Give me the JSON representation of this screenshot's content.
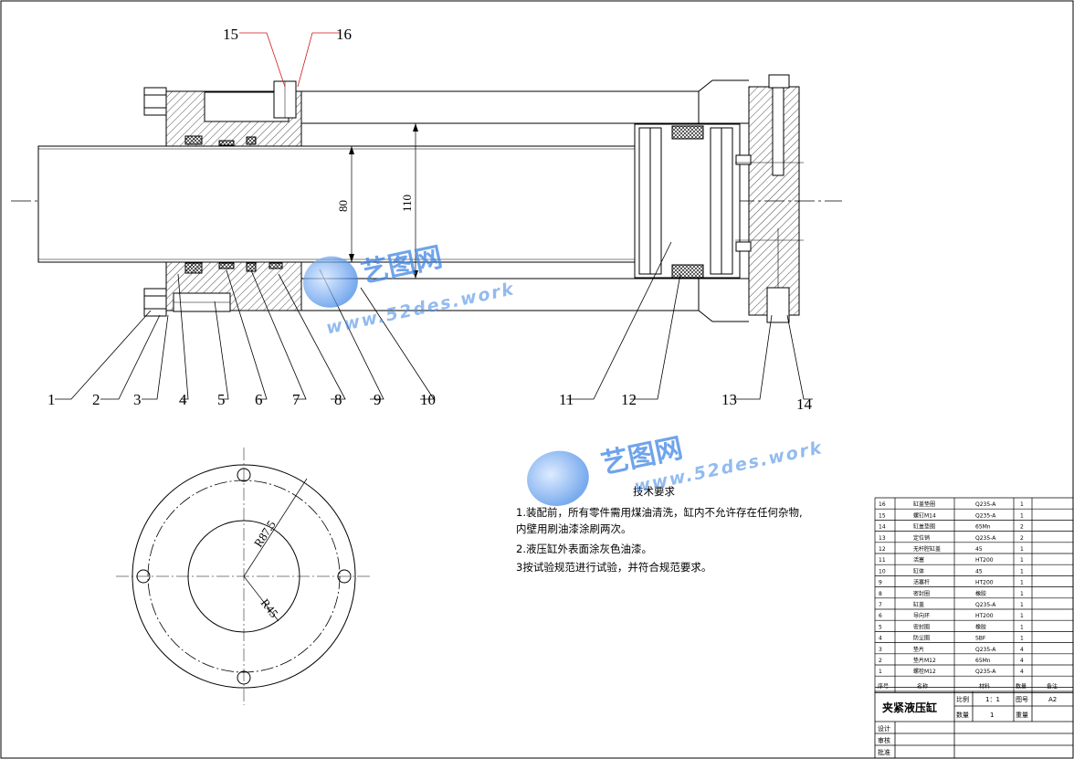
{
  "callouts": [
    "1",
    "2",
    "3",
    "4",
    "5",
    "6",
    "7",
    "8",
    "9",
    "10",
    "11",
    "12",
    "13",
    "14",
    "15",
    "16"
  ],
  "dimensions": {
    "rod_dia": "80",
    "bore_dia": "110",
    "radius_outer": "R87.5",
    "radius_inner": "R45"
  },
  "watermark": {
    "brand": "艺图网",
    "url": "www.52des.work"
  },
  "tech_requirements": {
    "heading": "技术要求",
    "lines": [
      "1.装配前，所有零件需用煤油清洗，缸内不允许存在任何杂物,",
      "内壁用刷油漆涂刷两次。",
      "2.液压缸外表面涂灰色油漆。",
      "3按试验规范进行试验，并符合规范要求。"
    ]
  },
  "bom": {
    "rows": [
      {
        "no": "16",
        "name": "缸盖垫圈",
        "material": "Q235-A",
        "qty": "1"
      },
      {
        "no": "15",
        "name": "螺钉M14",
        "material": "Q235-A",
        "qty": "1"
      },
      {
        "no": "14",
        "name": "缸盖垫圈",
        "material": "65Mn",
        "qty": "2"
      },
      {
        "no": "13",
        "name": "定位销",
        "material": "Q235-A",
        "qty": "2"
      },
      {
        "no": "12",
        "name": "无杆腔缸盖",
        "material": "45",
        "qty": "1"
      },
      {
        "no": "11",
        "name": "活塞",
        "material": "HT200",
        "qty": "1"
      },
      {
        "no": "10",
        "name": "缸体",
        "material": "45",
        "qty": "1"
      },
      {
        "no": "9",
        "name": "活塞杆",
        "material": "HT200",
        "qty": "1"
      },
      {
        "no": "8",
        "name": "密封圈",
        "material": "橡胶",
        "qty": "1"
      },
      {
        "no": "7",
        "name": "缸盖",
        "material": "Q235-A",
        "qty": "1"
      },
      {
        "no": "6",
        "name": "导向环",
        "material": "HT200",
        "qty": "1"
      },
      {
        "no": "5",
        "name": "密封圈",
        "material": "橡胶",
        "qty": "1"
      },
      {
        "no": "4",
        "name": "防尘圈",
        "material": "SBF",
        "qty": "1"
      },
      {
        "no": "3",
        "name": "垫片",
        "material": "Q235-A",
        "qty": "4"
      },
      {
        "no": "2",
        "name": "垫片M12",
        "material": "65Mn",
        "qty": "4"
      },
      {
        "no": "1",
        "name": "螺栓M12",
        "material": "Q235-A",
        "qty": "4"
      }
    ],
    "header": {
      "no": "序号",
      "name": "名称",
      "material": "材料",
      "qty": "数量",
      "note": "备注"
    }
  },
  "title_block": {
    "title": "夹紧液压缸",
    "scale_label": "比例",
    "scale_value": "1：1",
    "drawing_no_label": "图号",
    "drawing_no_value": "A2",
    "count_label": "数量",
    "count_value": "1",
    "weight_label": "重量",
    "design_label": "设计",
    "check_label": "审核",
    "approve_label": "批准"
  },
  "colors": {
    "leader": "#d01818",
    "line": "#000000",
    "highlight": "#ffff00",
    "watermark": "#3f86e6"
  }
}
